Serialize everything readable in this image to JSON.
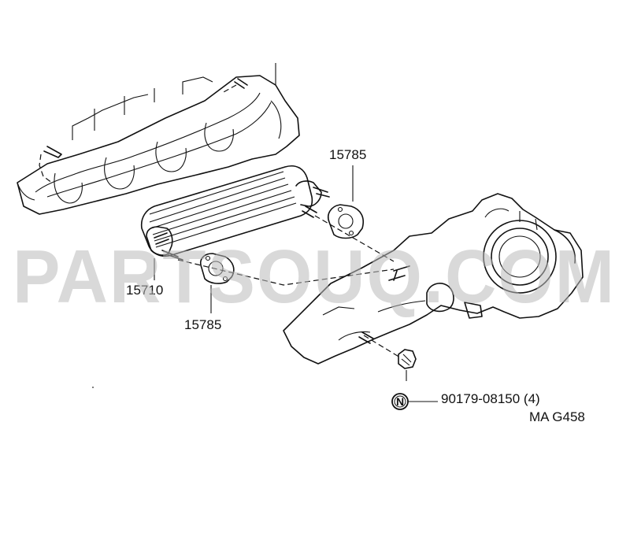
{
  "labels": {
    "gasket_upper": "15785",
    "oil_cooler": "15710",
    "gasket_lower": "15785",
    "nut": "90179-08150 (4)",
    "nut_badge": "N",
    "figure_code": "MA G458"
  },
  "watermark": "PARTSOUQ.COM",
  "colors": {
    "line": "#111111",
    "watermark": "#b9b9b9",
    "background": "#ffffff"
  }
}
